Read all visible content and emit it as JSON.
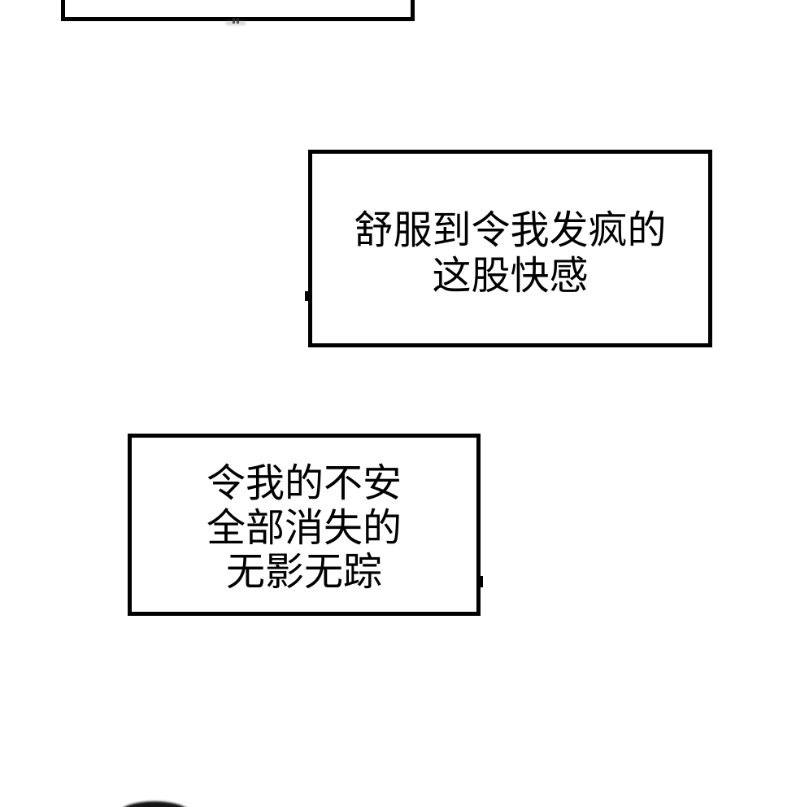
{
  "page": {
    "background_color": "#ffffff",
    "ink_color": "#000000",
    "description_colors": {
      "caption_border": "#000000",
      "caption_fill": "#ffffff",
      "bottom_shape": "#141414"
    }
  },
  "captions": {
    "top_partial": {
      "visible_text": ""
    },
    "pleasure": {
      "line1": "舒服到令我发疯的",
      "line2": "这股快感"
    },
    "relief": {
      "line1": "令我的不安",
      "line2": "全部消失的",
      "line3": "无影无踪"
    }
  }
}
